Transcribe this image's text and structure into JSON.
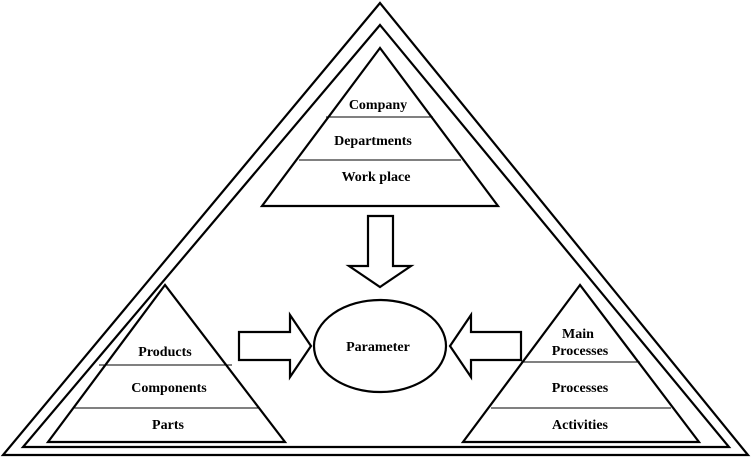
{
  "diagram": {
    "stroke_color": "#000000",
    "background_color": "#ffffff",
    "top_pyramid": {
      "levels": [
        "Company",
        "Departments",
        "Work place"
      ]
    },
    "left_pyramid": {
      "levels": [
        "Products",
        "Components",
        "Parts"
      ]
    },
    "right_pyramid": {
      "levels": [
        "Main",
        "Processes",
        "Processes",
        "Activities"
      ]
    },
    "center": {
      "label": "Parameter"
    }
  }
}
